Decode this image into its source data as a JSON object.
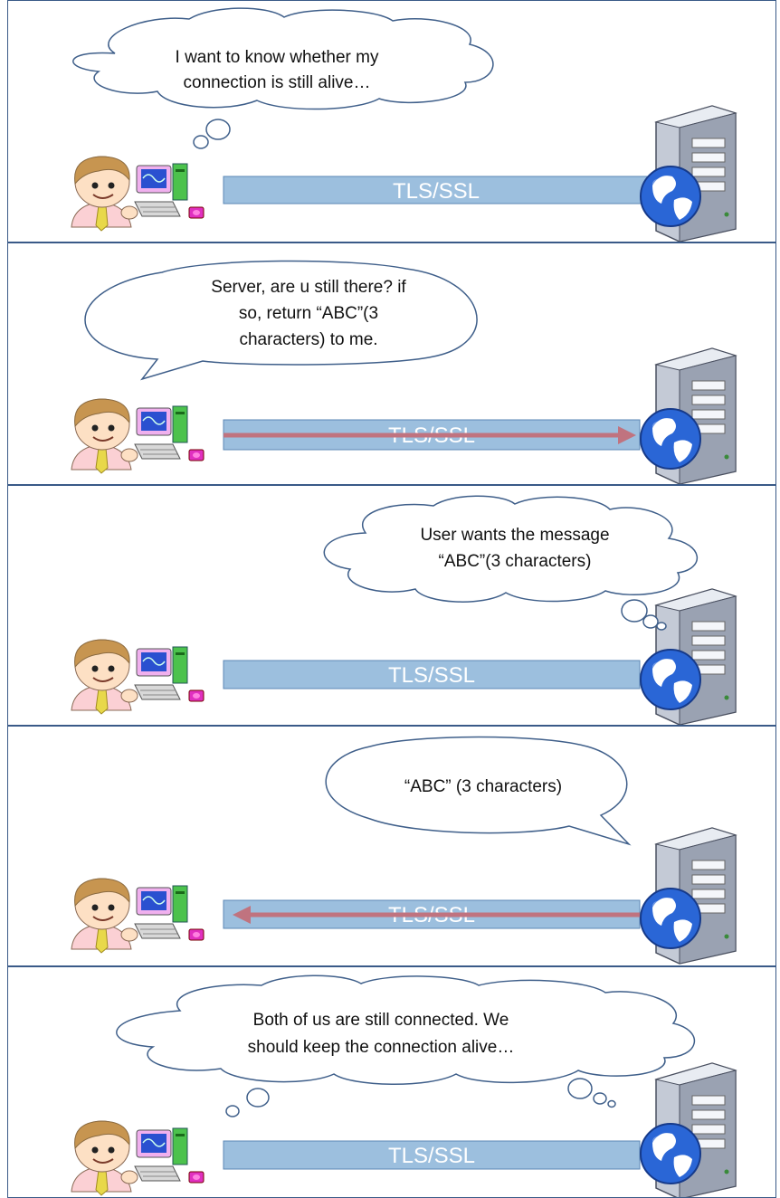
{
  "panels": [
    {
      "step": 1,
      "speaker": "client",
      "bubble_type": "thought",
      "lines": [
        "I want to know whether my",
        "connection is still alive…"
      ],
      "channel_label": "TLS/SSL",
      "arrow": "none"
    },
    {
      "step": 2,
      "speaker": "client",
      "bubble_type": "speech",
      "lines": [
        "Server, are u still there? if",
        "so, return “ABC”(3",
        "characters) to me."
      ],
      "channel_label": "TLS/SSL",
      "arrow": "to-server"
    },
    {
      "step": 3,
      "speaker": "server",
      "bubble_type": "thought",
      "lines": [
        "User wants the message",
        "“ABC”(3 characters)"
      ],
      "channel_label": "TLS/SSL",
      "arrow": "none"
    },
    {
      "step": 4,
      "speaker": "server",
      "bubble_type": "speech",
      "lines": [
        "“ABC” (3 characters)"
      ],
      "channel_label": "TLS/SSL",
      "arrow": "to-client"
    },
    {
      "step": 5,
      "speaker": "both",
      "bubble_type": "thought",
      "lines": [
        "Both of us are still connected. We",
        "should keep the connection alive…"
      ],
      "channel_label": "TLS/SSL",
      "arrow": "none"
    }
  ],
  "colors": {
    "panel_border": "#3a5a88",
    "channel_fill": "#9cbfde",
    "channel_stroke": "#5b87b5",
    "arrow": "#c0737f",
    "bubble_stroke": "#3f5f8a"
  },
  "icons": {
    "client": "user-at-computer-icon",
    "server": "web-server-icon"
  }
}
